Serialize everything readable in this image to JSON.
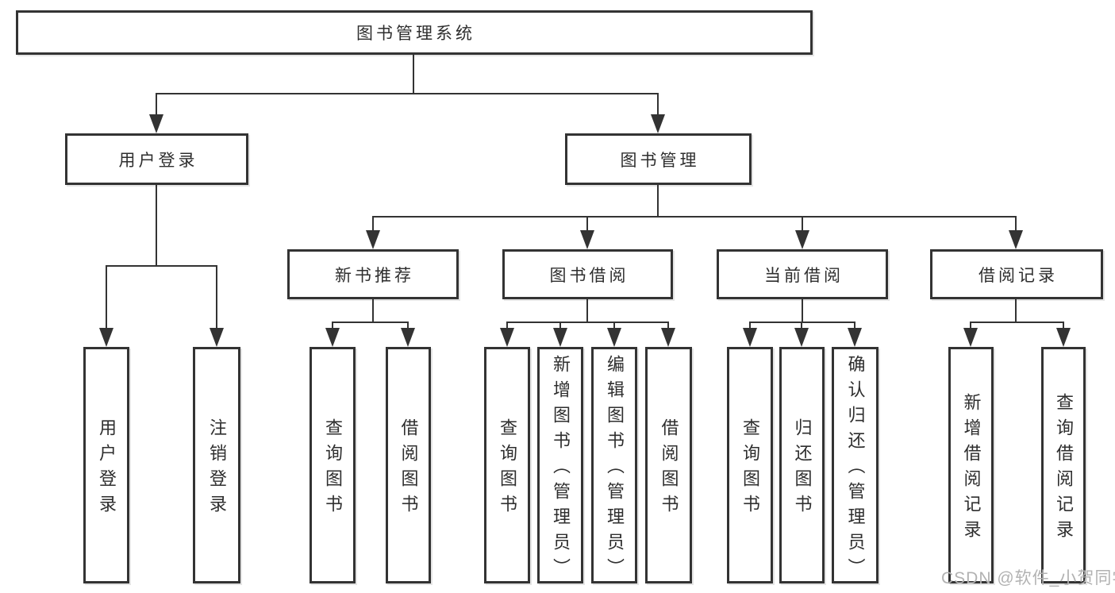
{
  "diagram": {
    "root": {
      "label": "图书管理系统"
    },
    "level2": [
      {
        "label": "用户登录"
      },
      {
        "label": "图书管理"
      }
    ],
    "level3": [
      {
        "label": "新书推荐"
      },
      {
        "label": "图书借阅"
      },
      {
        "label": "当前借阅"
      },
      {
        "label": "借阅记录"
      }
    ],
    "leaves": {
      "user_login": [
        {
          "label": "用户登录"
        },
        {
          "label": "注销登录"
        }
      ],
      "new_book_recommend": [
        {
          "label": "查询图书"
        },
        {
          "label": "借阅图书"
        }
      ],
      "book_borrowing": [
        {
          "label": "查询图书"
        },
        {
          "label": "新增图书（管理员）"
        },
        {
          "label": "编辑图书（管理员）"
        },
        {
          "label": "借阅图书"
        }
      ],
      "current_borrowing": [
        {
          "label": "查询图书"
        },
        {
          "label": "归还图书"
        },
        {
          "label": "确认归还（管理员）"
        }
      ],
      "borrowing_records": [
        {
          "label": "新增借阅记录"
        },
        {
          "label": "查询借阅记录"
        }
      ]
    }
  },
  "watermark": {
    "text": "CSDN @软件_小贺同学"
  },
  "colors": {
    "line": "#333333",
    "text": "#2e2e2e",
    "box_fill": "#ffffff",
    "background": "#ffffff",
    "watermark": "#b2b2b2"
  }
}
